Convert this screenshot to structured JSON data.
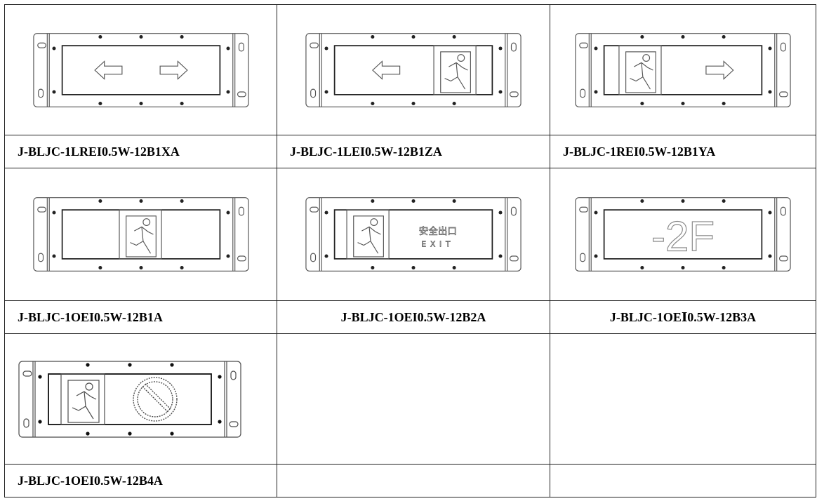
{
  "products": [
    {
      "model": "J-BLJC-1LREI0.5W-12B1XA",
      "content": [
        "arrow-left-icon",
        "arrow-right-icon"
      ]
    },
    {
      "model": "J-BLJC-1LEI0.5W-12B1ZA",
      "content": [
        "arrow-left-icon",
        "running-man-icon"
      ]
    },
    {
      "model": "J-BLJC-1REI0.5W-12B1YA",
      "content": [
        "running-man-icon",
        "arrow-right-icon"
      ]
    },
    {
      "model": "J-BLJC-1OEI0.5W-12B1A",
      "content": [
        "running-man-icon"
      ]
    },
    {
      "model": "J-BLJC-1OEI0.5W-12B2A",
      "content": [
        "running-man-icon",
        "exit-text"
      ],
      "sign_text_cn": "安全出口",
      "sign_text_en": "EXIT"
    },
    {
      "model": "J-BLJC-1OEⅠ0.5W-12B3A",
      "content": [
        "floor-text"
      ],
      "sign_text": "-2F"
    },
    {
      "model": "J-BLJC-1OEI0.5W-12B4A",
      "content": [
        "running-man-icon",
        "prohibition-icon"
      ],
      "style": "sketch"
    }
  ],
  "colors": {
    "border": "#222222",
    "line": "#555555"
  }
}
